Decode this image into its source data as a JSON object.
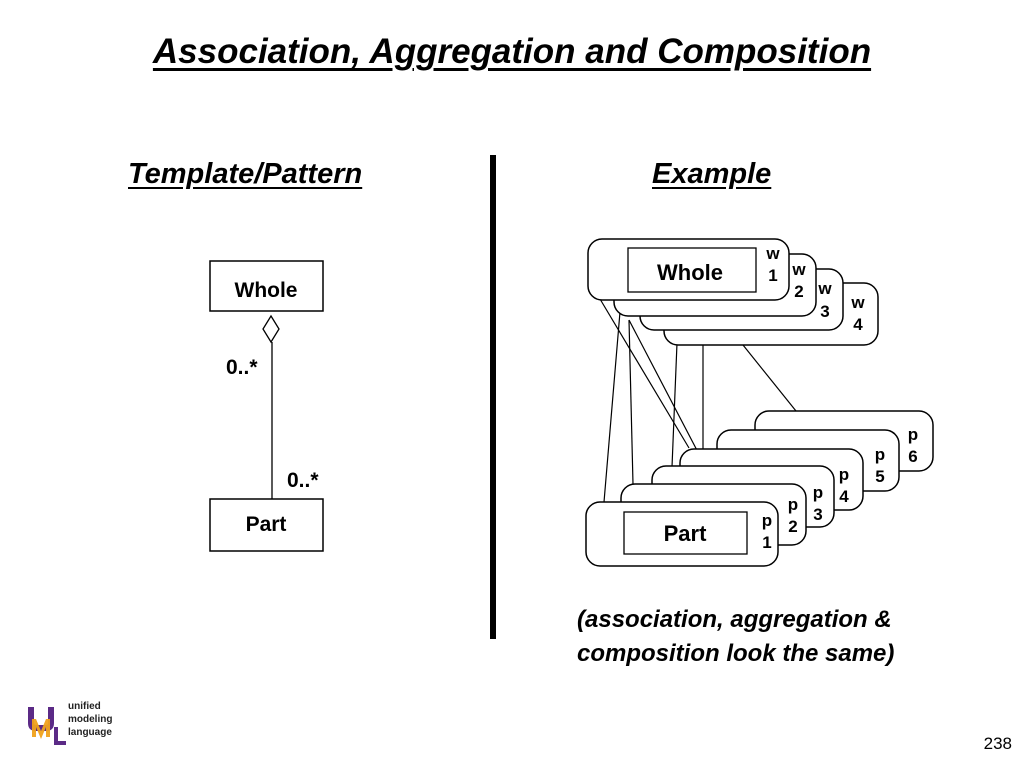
{
  "title": "Association, Aggregation and Composition",
  "left_heading": "Template/Pattern",
  "right_heading": "Example",
  "template": {
    "whole": "Whole",
    "part": "Part",
    "multiplicity_whole": "0..*",
    "multiplicity_part": "0..*"
  },
  "example": {
    "whole": "Whole",
    "part": "Part",
    "whole_instances": [
      {
        "l1": "w",
        "l2": "1"
      },
      {
        "l1": "w",
        "l2": "2"
      },
      {
        "l1": "w",
        "l2": "3"
      },
      {
        "l1": "w",
        "l2": "4"
      }
    ],
    "part_instances": [
      {
        "l1": "p",
        "l2": "1"
      },
      {
        "l1": "p",
        "l2": "2"
      },
      {
        "l1": "p",
        "l2": "3"
      },
      {
        "l1": "p",
        "l2": "4"
      },
      {
        "l1": "p",
        "l2": "5"
      },
      {
        "l1": "p",
        "l2": "6"
      }
    ]
  },
  "caption": {
    "line1": "(association, aggregation &",
    "line2": "composition look the same)"
  },
  "logo": {
    "line1": "unified",
    "line2": "modeling",
    "line3": "language",
    "colors": [
      "#5b2a86",
      "#f0a21c"
    ]
  },
  "page_number": "238"
}
